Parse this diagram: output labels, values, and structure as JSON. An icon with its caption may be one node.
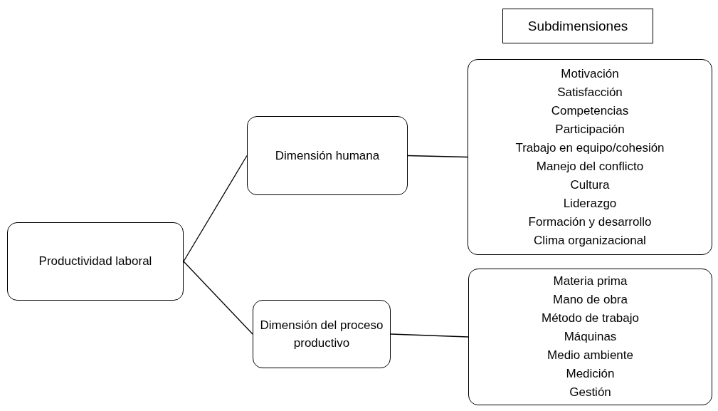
{
  "diagram": {
    "nodes": [
      {
        "text": [
          "Subdimensiones"
        ]
      },
      {
        "text": [
          "Productividad laboral"
        ]
      },
      {
        "text": [
          "Dimensión humana"
        ]
      },
      {
        "text": [
          "Dimensión del proceso productivo"
        ]
      },
      {
        "text": [
          "Motivación",
          "Satisfacción",
          "Competencias",
          "Participación",
          "Trabajo en equipo/cohesión",
          "Manejo del conflicto",
          "Cultura",
          "Liderazgo",
          "Formación y desarrollo",
          "Clima organizacional"
        ]
      },
      {
        "text": [
          "Materia prima",
          "Mano de obra",
          "Método de trabajo",
          "Máquinas",
          "Medio ambiente",
          "Medición",
          "Gestión"
        ]
      }
    ],
    "edges": [
      {
        "from": 1,
        "to": 2,
        "arrow": "none"
      },
      {
        "from": 1,
        "to": 3,
        "arrow": "none"
      },
      {
        "from": 2,
        "to": 4,
        "arrow": "none"
      },
      {
        "from": 3,
        "to": 5,
        "arrow": "none"
      }
    ]
  }
}
